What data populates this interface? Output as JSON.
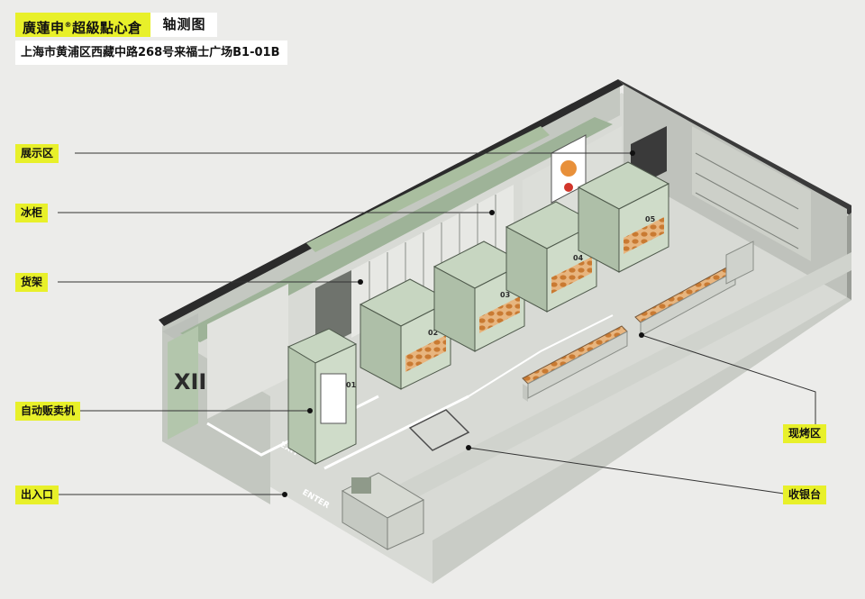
{
  "header": {
    "store_name": "廣蓮申",
    "registered_mark": "®",
    "store_suffix": "超級點心倉",
    "view_label": "轴测图",
    "address": "上海市黄浦区西藏中路268号来福士广场B1-01B"
  },
  "labels": {
    "display_zone": "展示区",
    "freezer": "冰柜",
    "shelf": "货架",
    "vending": "自动贩卖机",
    "entrance": "出入口",
    "baking": "现烤区",
    "cashier": "收银台"
  },
  "kiosk_numbers": [
    "01",
    "02",
    "03",
    "04",
    "05"
  ],
  "floor_text": {
    "enter": "ENTER",
    "exit": "EXIT"
  },
  "colors": {
    "tag_yellow": "#e8f02a",
    "module_green": "#b7c9b0",
    "leader_line": "#333333"
  }
}
